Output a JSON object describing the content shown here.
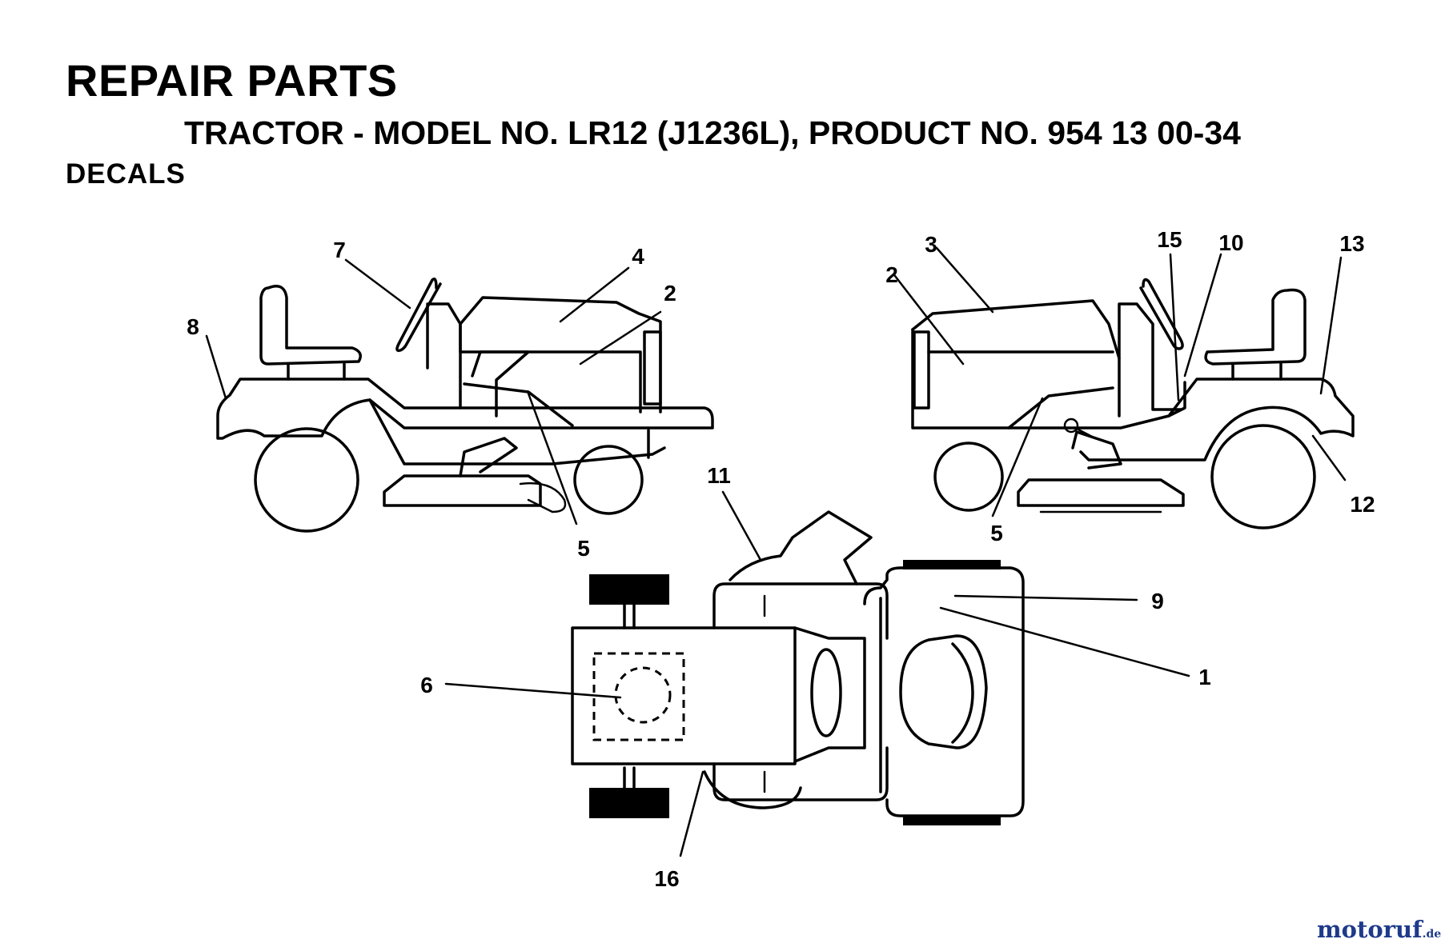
{
  "header": {
    "title": "REPAIR PARTS",
    "subtitle": "TRACTOR - MODEL NO. LR12 (J1236L), PRODUCT NO. 954 13 00-34",
    "section": "DECALS"
  },
  "callouts": {
    "left_view": [
      "7",
      "8",
      "4",
      "2",
      "5"
    ],
    "right_view": [
      "3",
      "2",
      "15",
      "10",
      "13",
      "12",
      "5"
    ],
    "top_view": [
      "11",
      "9",
      "1",
      "6",
      "16"
    ]
  },
  "watermark": {
    "text": "motoruf",
    "suffix": ".de",
    "colors": {
      "text": "#1e3a8a",
      "accent": "#c8102e"
    }
  },
  "colors": {
    "line": "#000000",
    "background": "#ffffff"
  }
}
